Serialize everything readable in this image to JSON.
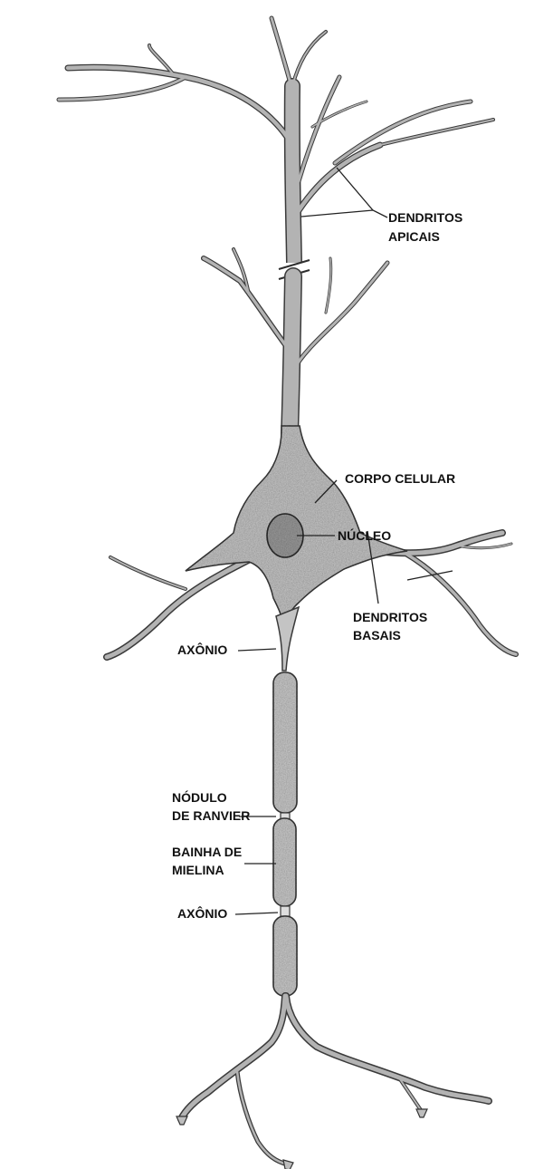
{
  "labels": {
    "apical_dendrites": [
      "DENDRITOS",
      "APICAIS"
    ],
    "cell_body": "CORPO CELULAR",
    "nucleus": "NÚCLEO",
    "basal_dendrites": [
      "DENDRITOS",
      "BASAIS"
    ],
    "axon_upper": "AXÔNIO",
    "node_of_ranvier": [
      "NÓDULO",
      "DE RANVIER"
    ],
    "myelin_sheath": [
      "BAINHA DE",
      "MIELINA"
    ],
    "axon_lower": "AXÔNIO"
  },
  "colors": {
    "cytoplasm": "#c4c4c4",
    "nucleus": "#9a9a9a",
    "outline": "#3a3a3a"
  }
}
